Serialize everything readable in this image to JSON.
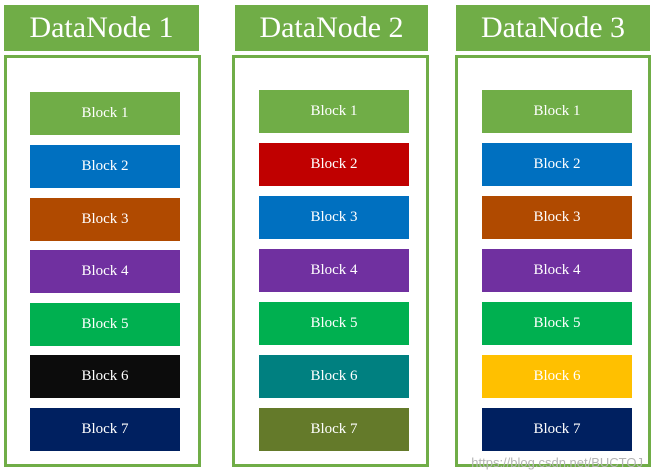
{
  "nodes": [
    {
      "title": "DataNode 1",
      "blocks": [
        {
          "label": "Block 1",
          "color": "#70AD47"
        },
        {
          "label": "Block 2",
          "color": "#0070C0"
        },
        {
          "label": "Block 3",
          "color": "#B04A00"
        },
        {
          "label": "Block 4",
          "color": "#7030A0"
        },
        {
          "label": "Block 5",
          "color": "#00B050"
        },
        {
          "label": "Block 6",
          "color": "#0C0C0C"
        },
        {
          "label": "Block 7",
          "color": "#002060"
        }
      ]
    },
    {
      "title": "DataNode 2",
      "blocks": [
        {
          "label": "Block 1",
          "color": "#70AD47"
        },
        {
          "label": "Block 2",
          "color": "#C00000"
        },
        {
          "label": "Block 3",
          "color": "#0070C0"
        },
        {
          "label": "Block 4",
          "color": "#7030A0"
        },
        {
          "label": "Block 5",
          "color": "#00B050"
        },
        {
          "label": "Block 6",
          "color": "#008080"
        },
        {
          "label": "Block 7",
          "color": "#647A2A"
        }
      ]
    },
    {
      "title": "DataNode 3",
      "blocks": [
        {
          "label": "Block 1",
          "color": "#70AD47"
        },
        {
          "label": "Block 2",
          "color": "#0070C0"
        },
        {
          "label": "Block 3",
          "color": "#B04A00"
        },
        {
          "label": "Block 4",
          "color": "#7030A0"
        },
        {
          "label": "Block 5",
          "color": "#00B050"
        },
        {
          "label": "Block 6",
          "color": "#FFC000"
        },
        {
          "label": "Block 7",
          "color": "#002060"
        }
      ]
    }
  ],
  "watermark": "https://blog.csdn.net/BUCTOJ"
}
